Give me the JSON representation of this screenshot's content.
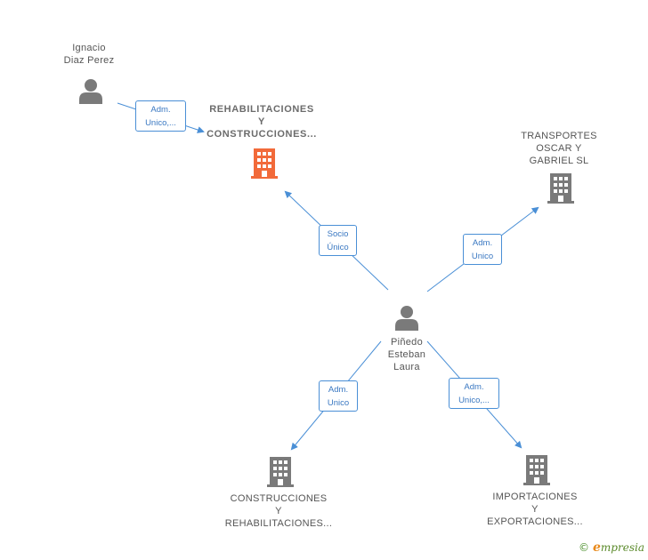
{
  "colors": {
    "edge": "#4a8fd6",
    "person_icon": "#7a7a7a",
    "building_icon": "#7a7a7a",
    "building_highlight": "#f26a3a"
  },
  "nodes": {
    "ignacio": {
      "lines": [
        "Ignacio",
        "Diaz Perez"
      ],
      "icon": "person-icon"
    },
    "rehabilitaciones": {
      "lines": [
        "REHABILITACIONES",
        "Y",
        "CONSTRUCCIONES..."
      ],
      "icon": "building-icon"
    },
    "transportes": {
      "lines": [
        "TRANSPORTES",
        "OSCAR Y",
        "GABRIEL  SL"
      ],
      "icon": "building-icon"
    },
    "pinedo": {
      "lines": [
        "Piñedo",
        "Esteban",
        "Laura"
      ],
      "icon": "person-icon"
    },
    "construcciones": {
      "lines": [
        "CONSTRUCCIONES",
        "Y",
        "REHABILITACIONES..."
      ],
      "icon": "building-icon"
    },
    "importaciones": {
      "lines": [
        "IMPORTACIONES",
        "Y",
        "EXPORTACIONES..."
      ],
      "icon": "building-icon"
    }
  },
  "edges": {
    "ignacio_to_rehab": [
      "Adm.",
      "Unico,..."
    ],
    "pinedo_to_rehab": [
      "Socio",
      "Único"
    ],
    "pinedo_to_transportes": [
      "Adm.",
      "Unico"
    ],
    "pinedo_to_construcciones": [
      "Adm.",
      "Unico"
    ],
    "pinedo_to_importaciones": [
      "Adm.",
      "Unico,..."
    ]
  },
  "brand": {
    "copyright": "©",
    "e": "e",
    "rest": "mpresia"
  }
}
